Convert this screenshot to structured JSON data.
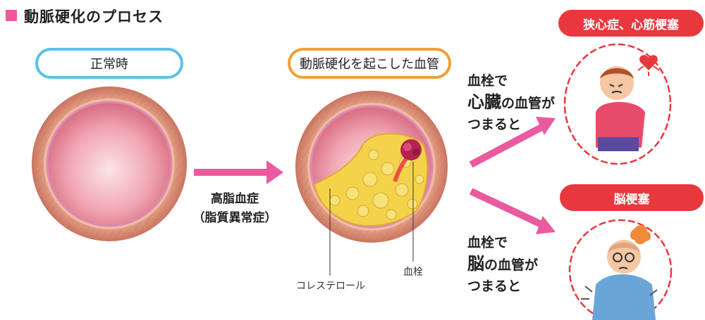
{
  "header": {
    "title": "動脈硬化のプロセス"
  },
  "panels": {
    "normal_label": "正常時",
    "hardened_label": "動脈硬化を起こした血管"
  },
  "transition": {
    "line1": "高脂血症",
    "line2": "（脂質異常症）"
  },
  "annotations": {
    "cholesterol": "コレステロール",
    "clot": "血栓"
  },
  "outcomes": {
    "heart": {
      "badge": "狭心症、心筋梗塞",
      "caption_line1": "血栓で",
      "caption_bold": "心臓",
      "caption_line2_rest": "の血管が",
      "caption_line3": "つまると"
    },
    "brain": {
      "badge": "脳梗塞",
      "caption_line1": "血栓で",
      "caption_bold": "脳",
      "caption_line2_rest": "の血管が",
      "caption_line3": "つまると"
    }
  },
  "colors": {
    "accent_pink": "#ea5a9e",
    "arrow_pink": "#ea5a9e",
    "normal_border": "#5bc0e6",
    "hardened_border": "#f0a034",
    "badge_red": "#e8383d",
    "plaque_yellow": "#f3d34a"
  }
}
